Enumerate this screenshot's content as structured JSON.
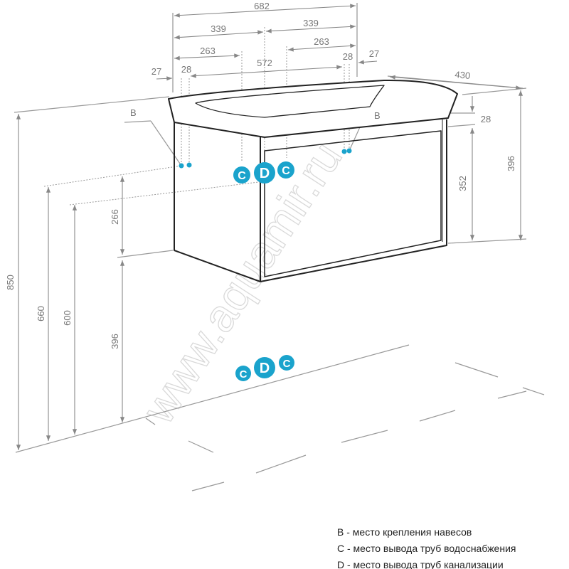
{
  "dimensions": {
    "total_width": "682",
    "half_left": "339",
    "half_right": "339",
    "water_left": "263",
    "water_right": "263",
    "hanger_span": "572",
    "hanger_offset_left": "28",
    "hanger_offset_right": "28",
    "edge_left": "27",
    "edge_right": "27",
    "depth": "430",
    "height_right": "396",
    "cabinet_height": "352",
    "basin_lip": "28",
    "total_height": "850",
    "hanger_height": "660",
    "water_height": "600",
    "cabinet_body": "266",
    "floor_gap": "396"
  },
  "markers": {
    "b_left": "B",
    "b_right": "B",
    "c": "C",
    "d": "D"
  },
  "watermark": "www.aquamir.ru",
  "legend": [
    "B - место крепления навесов",
    "C - место вывода труб водоснабжения",
    "D - место вывода труб канализации"
  ],
  "colors": {
    "marker": "#1aa3cc",
    "dimension": "#888888",
    "outline": "#222222"
  }
}
